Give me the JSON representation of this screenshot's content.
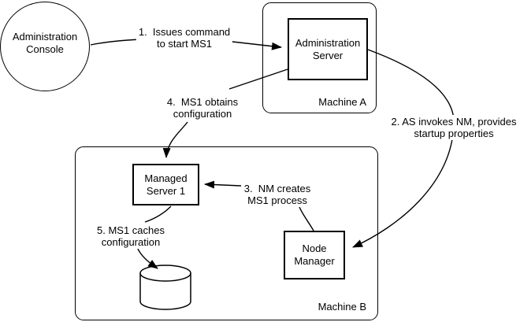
{
  "diagram": {
    "nodes": {
      "admin_console": {
        "label": "Administration\nConsole",
        "shape": "circle"
      },
      "machine_a": {
        "label": "Machine A",
        "shape": "rounded-rect"
      },
      "admin_server": {
        "label": "Administration\nServer",
        "shape": "rect",
        "machine": "Machine A"
      },
      "machine_b": {
        "label": "Machine B",
        "shape": "rounded-rect"
      },
      "managed_server_1": {
        "label": "Managed\nServer 1",
        "shape": "rect",
        "machine": "Machine B"
      },
      "node_manager": {
        "label": "Node\nManager",
        "shape": "rect",
        "machine": "Machine B"
      },
      "config_cache": {
        "icon": "database-cylinder",
        "machine": "Machine B"
      }
    },
    "steps": [
      {
        "label": "1.  Issues command\nto start MS1",
        "from": "Administration Console",
        "to": "Administration Server"
      },
      {
        "label": "2. AS invokes NM, provides\nstartup properties",
        "from": "Administration Server",
        "to": "Node Manager"
      },
      {
        "label": "3.  NM creates\nMS1 process",
        "from": "Node Manager",
        "to": "Managed Server 1"
      },
      {
        "label": "4.  MS1 obtains\nconfiguration",
        "from": "Administration Server",
        "to": "Managed Server 1"
      },
      {
        "label": "5. MS1 caches\nconfiguration",
        "from": "Managed Server 1",
        "to": "configuration cache"
      }
    ],
    "colors": {
      "stroke": "#000000",
      "fill": "#ffffff",
      "text": "#000000"
    }
  }
}
